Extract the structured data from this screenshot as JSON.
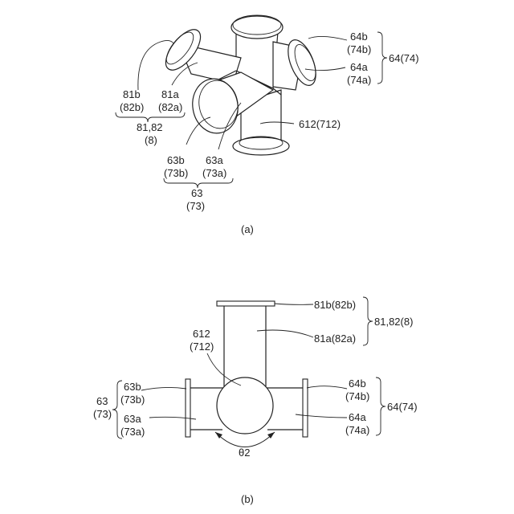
{
  "figure_a": {
    "caption": "(a)",
    "labels": {
      "l64b": "64b",
      "l74b": "(74b)",
      "l64a": "64a",
      "l74a": "(74a)",
      "l6474": "64(74)",
      "l81b": "81b",
      "l82b": "(82b)",
      "l81a": "81a",
      "l82a": "(82a)",
      "l8182": "81,82",
      "l8": "(8)",
      "l612": "612(712)",
      "l63b": "63b",
      "l73b": "(73b)",
      "l63a": "63a",
      "l73a": "(73a)",
      "l63": "63",
      "l73": "(73)"
    }
  },
  "figure_b": {
    "caption": "(b)",
    "labels": {
      "l81b82b": "81b(82b)",
      "l81a82a": "81a(82a)",
      "l81828": "81,82(8)",
      "l612": "612",
      "l712": "(712)",
      "l64b": "64b",
      "l74b": "(74b)",
      "l6474": "64(74)",
      "l64a": "64a",
      "l74a": "(74a)",
      "l63b": "63b",
      "l73b": "(73b)",
      "l63": "63",
      "l73": "(73)",
      "l63a": "63a",
      "l73a": "(73a)",
      "theta": "θ2"
    }
  }
}
